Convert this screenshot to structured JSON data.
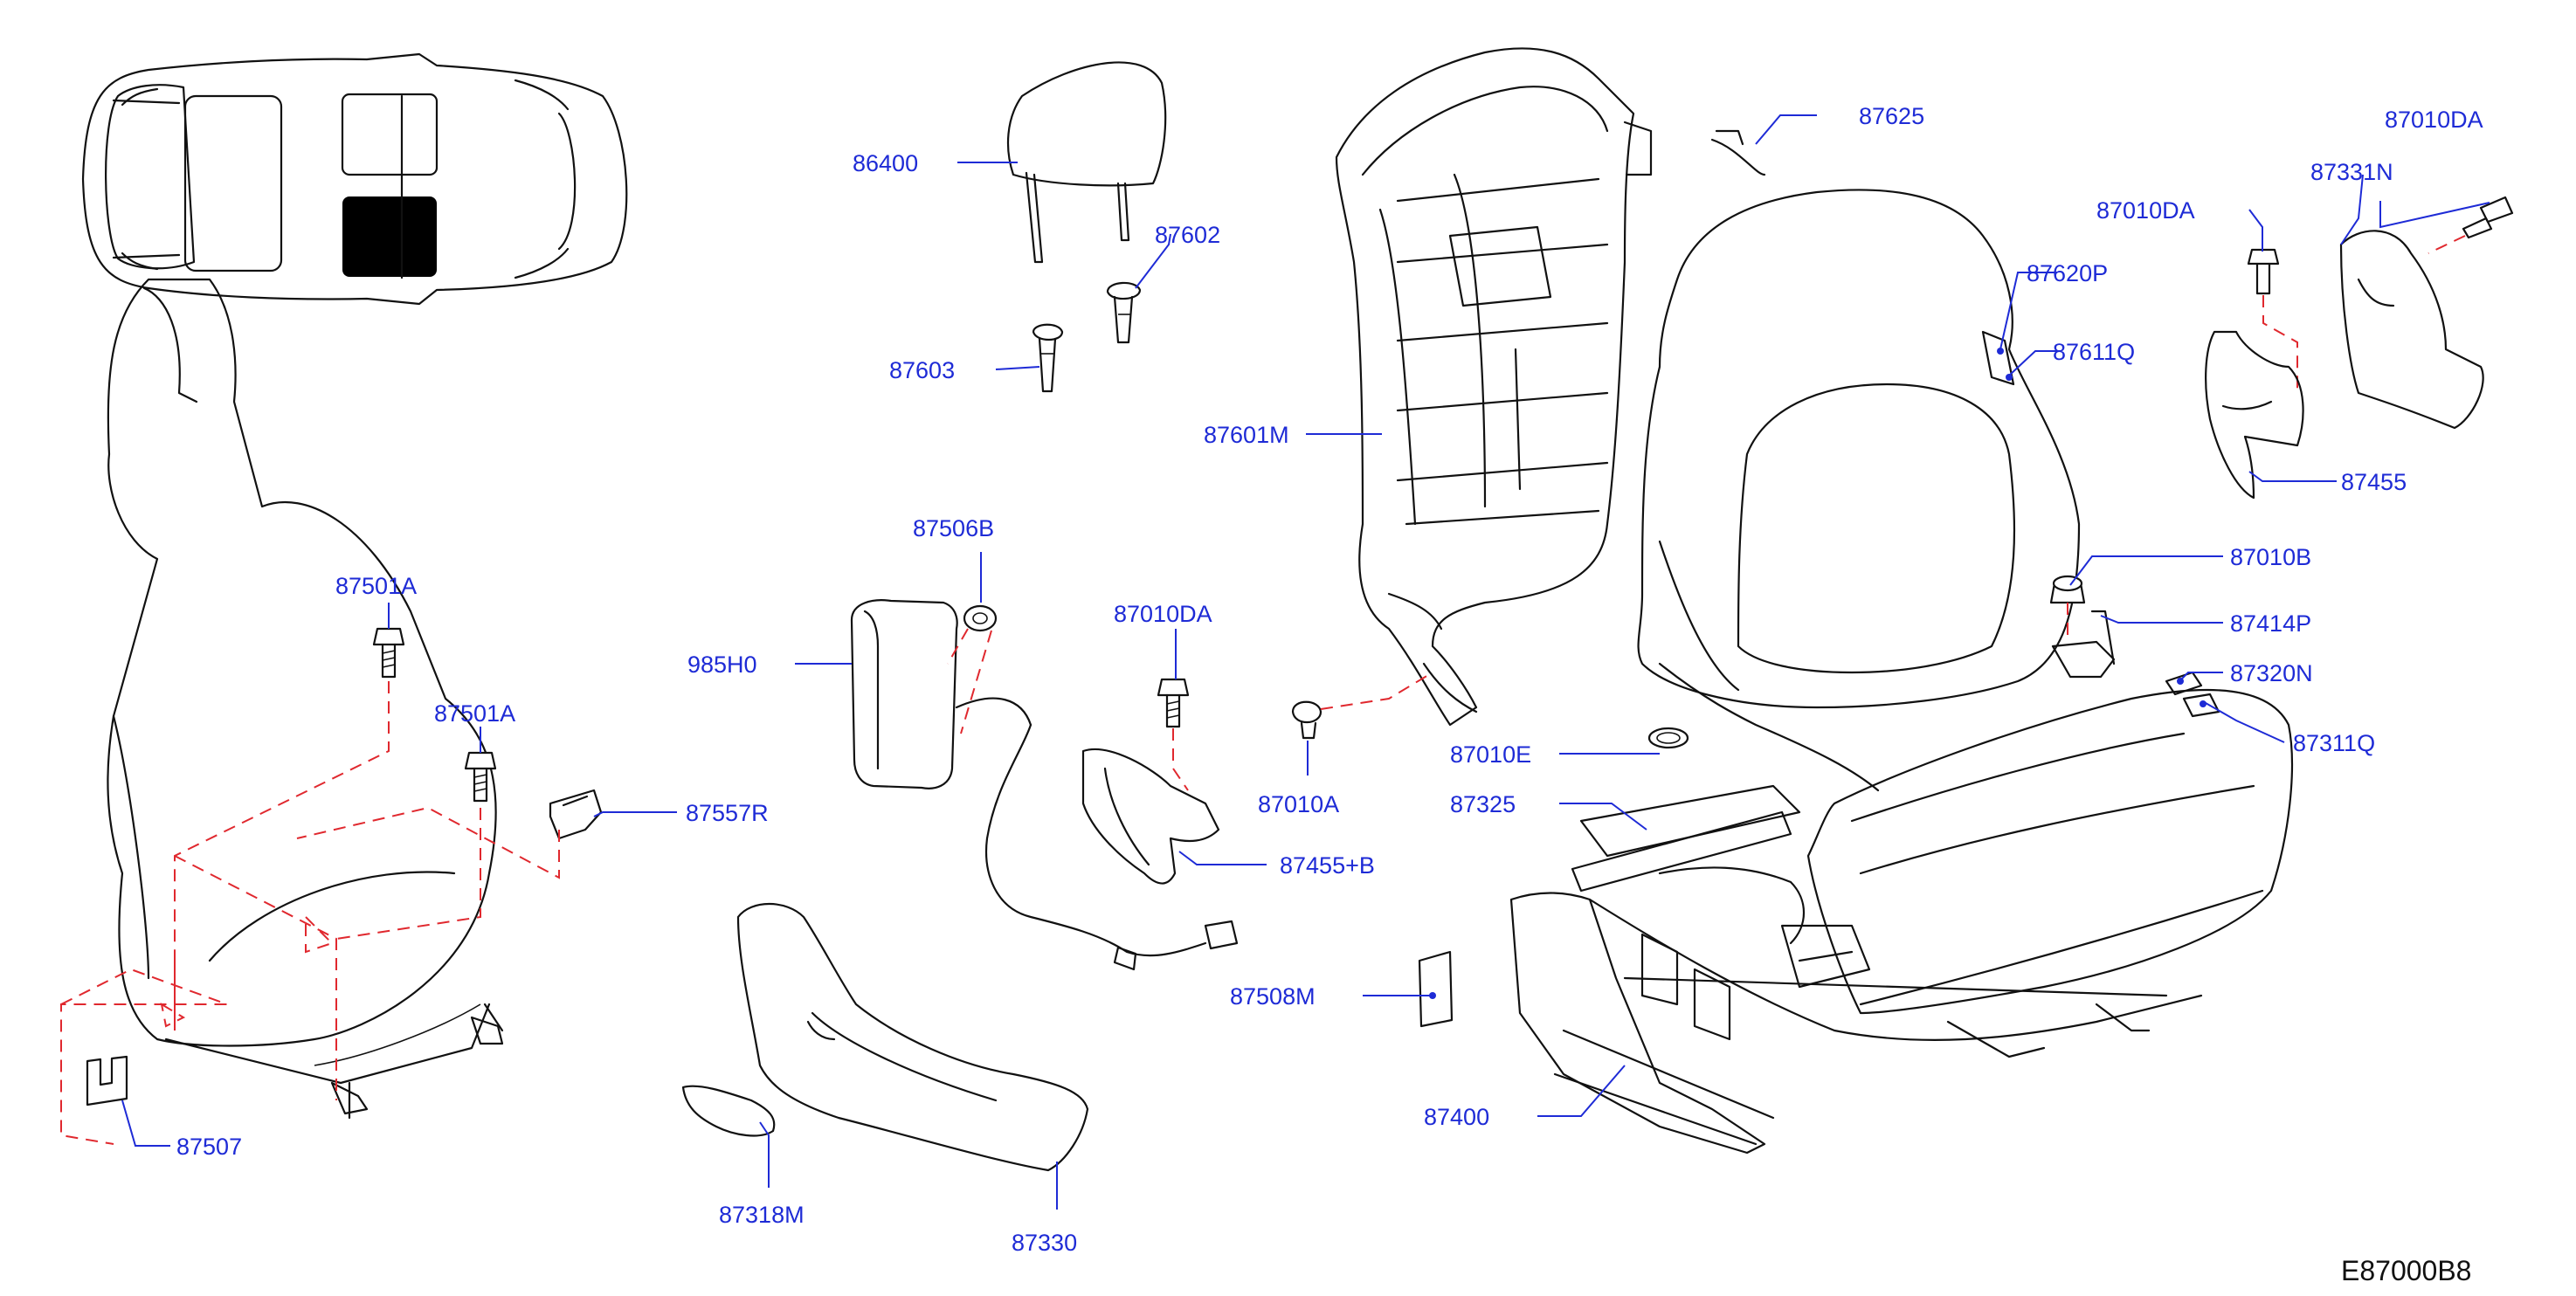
{
  "diagram": {
    "code": "E87000B8",
    "labels": {
      "p86400": "86400",
      "p87602": "87602",
      "p87603": "87603",
      "p87601M": "87601M",
      "p87625": "87625",
      "p87010DA_a": "87010DA",
      "p87331N": "87331N",
      "p87010DA_b": "87010DA",
      "p87620P": "87620P",
      "p87611Q": "87611Q",
      "p87455": "87455",
      "p87010B": "87010B",
      "p87414P": "87414P",
      "p87320N": "87320N",
      "p87311Q": "87311Q",
      "p87501A_a": "87501A",
      "p87501A_b": "87501A",
      "p87557R": "87557R",
      "p87507": "87507",
      "p87506B": "87506B",
      "p985H0": "985H0",
      "p87010DA_c": "87010DA",
      "p87010A": "87010A",
      "p87455B": "87455+B",
      "p87010E": "87010E",
      "p87325": "87325",
      "p87508M": "87508M",
      "p87400": "87400",
      "p87318M": "87318M",
      "p87330": "87330"
    }
  },
  "colors": {
    "label": "#1e2bd6",
    "leader": "#1e2bd6",
    "hidden_line": "#e0282e",
    "outline": "#111111"
  }
}
